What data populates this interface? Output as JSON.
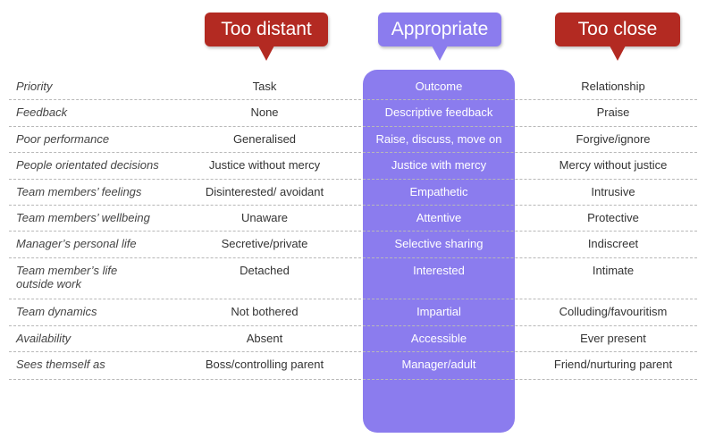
{
  "headers": {
    "too_distant": "Too distant",
    "appropriate": "Appropriate",
    "too_close": "Too close"
  },
  "colors": {
    "red_callout": "#b32a22",
    "purple_column": "#8b7cee"
  },
  "rows": [
    {
      "label": "Priority",
      "too_distant": "Task",
      "appropriate": "Outcome",
      "too_close": "Relationship"
    },
    {
      "label": "Feedback",
      "too_distant": "None",
      "appropriate": "Descriptive feedback",
      "too_close": "Praise"
    },
    {
      "label": "Poor performance",
      "too_distant": "Generalised",
      "appropriate": "Raise, discuss, move on",
      "too_close": "Forgive/ignore"
    },
    {
      "label": "People orientated decisions",
      "too_distant": "Justice without mercy",
      "appropriate": "Justice with mercy",
      "too_close": "Mercy without justice"
    },
    {
      "label": "Team members’ feelings",
      "too_distant": "Disinterested/ avoidant",
      "appropriate": "Empathetic",
      "too_close": "Intrusive"
    },
    {
      "label": "Team members’ wellbeing",
      "too_distant": "Unaware",
      "appropriate": "Attentive",
      "too_close": "Protective"
    },
    {
      "label": "Manager’s personal life",
      "too_distant": "Secretive/private",
      "appropriate": "Selective sharing",
      "too_close": "Indiscreet"
    },
    {
      "label": "Team member’s life outside work",
      "too_distant": "Detached",
      "appropriate": "Interested",
      "too_close": "Intimate"
    },
    {
      "label": "Team dynamics",
      "too_distant": "Not bothered",
      "appropriate": "Impartial",
      "too_close": "Colluding/favouritism"
    },
    {
      "label": "Availability",
      "too_distant": "Absent",
      "appropriate": "Accessible",
      "too_close": "Ever present"
    },
    {
      "label": "Sees themself as",
      "too_distant": "Boss/controlling parent",
      "appropriate": "Manager/adult",
      "too_close": "Friend/nurturing parent"
    }
  ]
}
